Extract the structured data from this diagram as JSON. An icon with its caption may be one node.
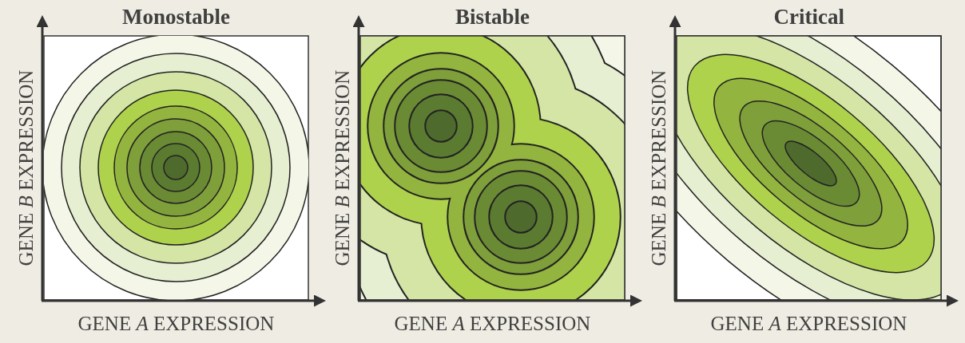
{
  "diagram": {
    "labels": [
      "Monostable",
      "GENE *B* EXPRESSION",
      "GENE *A* EXPRESSION",
      "Bistable",
      "GENE *B* EXPRESSION",
      "GENE *A* EXPRESSION",
      "Critical",
      "GENE *B* EXPRESSION",
      "GENE *A* EXPRESSION"
    ]
  }
}
